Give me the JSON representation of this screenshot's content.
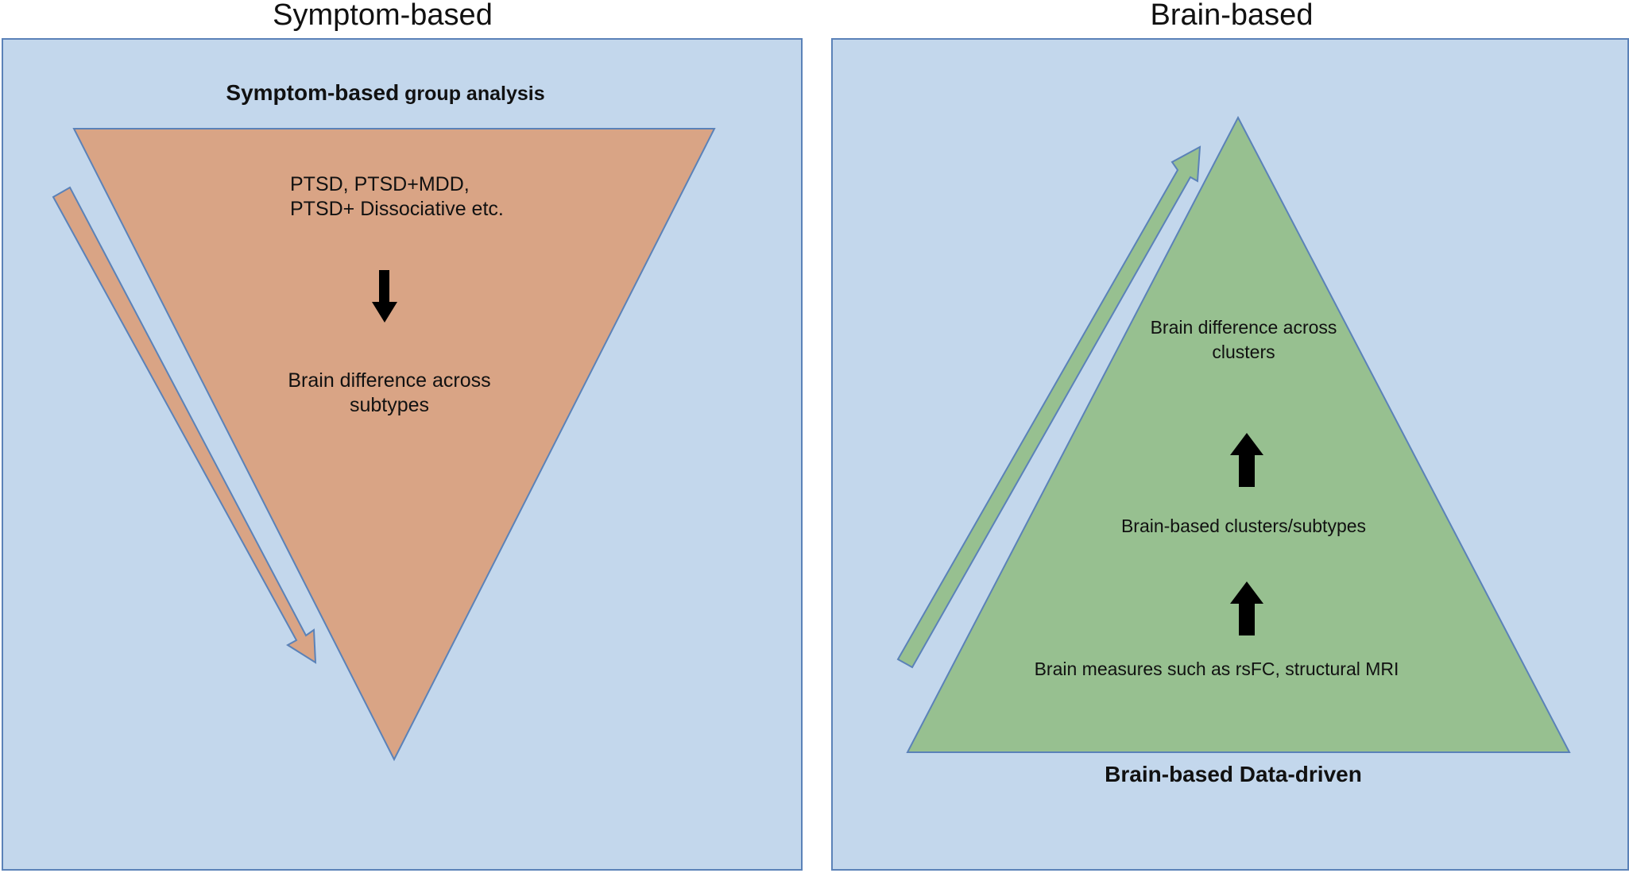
{
  "colors": {
    "panel_fill": "#c3d7ec",
    "panel_border": "#5b82b8",
    "inverted_triangle_fill": "#d9a485",
    "upright_triangle_fill": "#97c090",
    "arrow_fill": "#000000"
  },
  "left": {
    "title": "Symptom-based",
    "heading_bold": "Symptom-based",
    "heading_rest": " group analysis",
    "line1": "PTSD, PTSD+MDD,",
    "line2": "PTSD+ Dissociative etc.",
    "result_line1": "Brain difference across",
    "result_line2": "subtypes"
  },
  "right": {
    "title": "Brain-based",
    "top_line1": "Brain difference across",
    "top_line2": "clusters",
    "middle": "Brain-based clusters/subtypes",
    "bottom": "Brain measures such as rsFC, structural MRI",
    "caption": "Brain-based Data-driven"
  }
}
